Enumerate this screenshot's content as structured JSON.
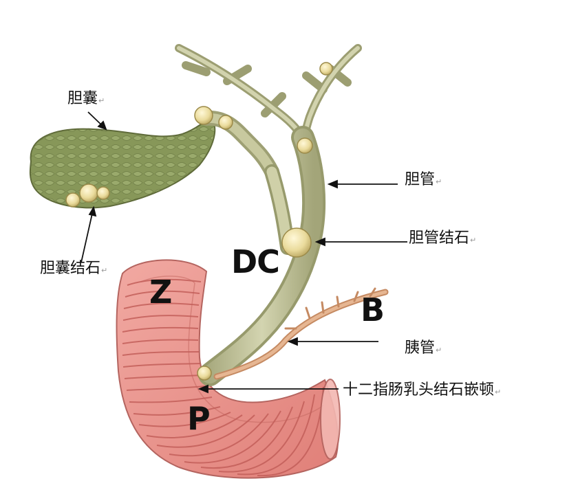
{
  "labels": {
    "gallbladder": "胆囊",
    "bile_duct": "胆管",
    "bile_duct_stone": "胆管结石",
    "gallbladder_stone": "胆囊结石",
    "pancreatic_duct": "胰管",
    "papilla_impaction": "十二指肠乳头结石嵌顿",
    "paragraph_mark": "↵"
  },
  "letters": {
    "z": "Z",
    "dc": "DC",
    "b": "B",
    "p": "P"
  },
  "colors": {
    "gallbladder": "#8a9a5e",
    "duct": "#c4c6a0",
    "stone": "#efe2a6",
    "duodenum": "#e88f8a",
    "pancreatic_duct": "#d9a67e",
    "arrow": "#111111"
  }
}
